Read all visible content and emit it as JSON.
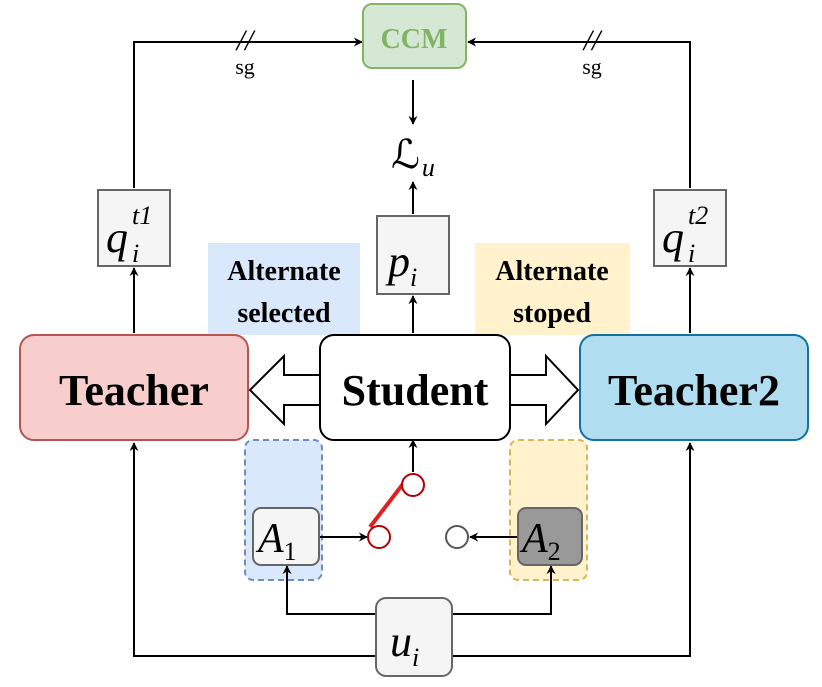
{
  "nodes": {
    "ccm": "CCM",
    "teacher": "Teacher",
    "student": "Student",
    "teacher2": "Teacher2",
    "loss": {
      "symbol": "ℒ",
      "subscript": "u"
    },
    "q_t1": {
      "base": "q",
      "sup": "t1",
      "sub": "i"
    },
    "p_i": {
      "base": "p",
      "sub": "i"
    },
    "q_t2": {
      "base": "q",
      "sup": "t2",
      "sub": "i"
    },
    "a1": {
      "base": "A",
      "sub": "1"
    },
    "a2": {
      "base": "A",
      "sub": "2"
    },
    "u_i": {
      "base": "u",
      "sub": "i"
    }
  },
  "notes": {
    "left_line1": "Alternate",
    "left_line2": "selected",
    "right_line1": "Alternate",
    "right_line2": "stoped"
  },
  "stop_grad": {
    "symbol": "//",
    "label": "sg"
  },
  "colors": {
    "ccm_fill": "#d5e8d4",
    "ccm_stroke": "#82b366",
    "ccm_text": "#82b366",
    "teacher_fill": "#f8cecc",
    "teacher_stroke": "#b85450",
    "teacher2_fill": "#b1ddf0",
    "teacher2_stroke": "#10739e",
    "blue_region": "#dae8fc",
    "blue_region_stroke": "#6c8ebf",
    "yellow_region": "#fff2cc",
    "yellow_region_stroke": "#d6b656",
    "switch_red": "#e02020",
    "switch_circle": "#b20000",
    "a2_fill": "#999999"
  }
}
